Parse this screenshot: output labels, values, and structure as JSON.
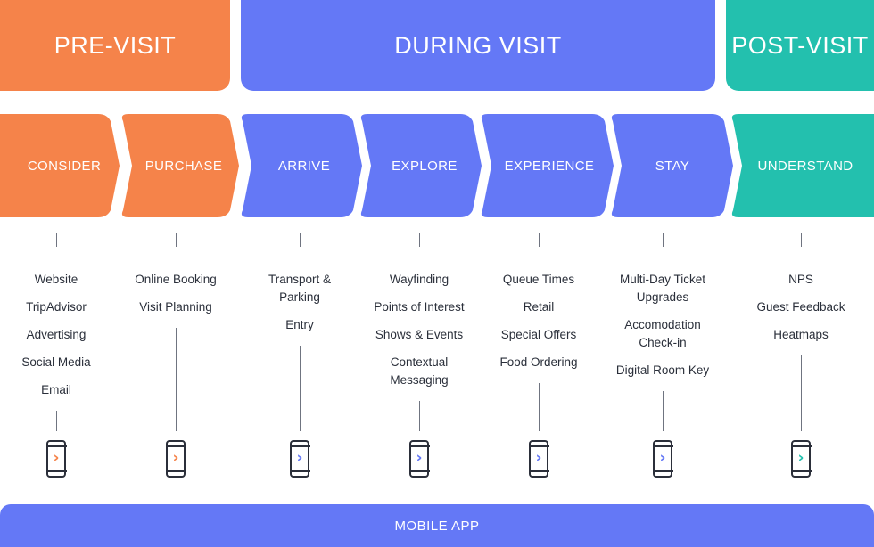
{
  "colors": {
    "orange": "#f5834a",
    "blue": "#6478f6",
    "teal": "#23c0ae",
    "text": "#2a2f3a",
    "line": "#6f7480"
  },
  "phases": [
    {
      "label": "PRE-VISIT",
      "color": "orange"
    },
    {
      "label": "DURING VISIT",
      "color": "blue"
    },
    {
      "label": "POST-VISIT",
      "color": "teal"
    }
  ],
  "steps": [
    {
      "label": "CONSIDER",
      "color": "orange",
      "items": [
        "Website",
        "TripAdvisor",
        "Advertising",
        "Social Media",
        "Email"
      ],
      "icon": "mobile-phone-icon"
    },
    {
      "label": "PURCHASE",
      "color": "orange",
      "items": [
        "Online Booking",
        "Visit Planning"
      ],
      "icon": "mobile-phone-icon"
    },
    {
      "label": "ARRIVE",
      "color": "blue",
      "items": [
        "Transport &\nParking",
        "Entry"
      ],
      "icon": "mobile-phone-icon"
    },
    {
      "label": "EXPLORE",
      "color": "blue",
      "items": [
        "Wayfinding",
        "Points of Interest",
        "Shows & Events",
        "Contextual\nMessaging"
      ],
      "icon": "mobile-phone-icon"
    },
    {
      "label": "EXPERIENCE",
      "color": "blue",
      "items": [
        "Queue Times",
        "Retail",
        "Special Offers",
        "Food Ordering"
      ],
      "icon": "mobile-phone-icon"
    },
    {
      "label": "STAY",
      "color": "blue",
      "items": [
        "Multi-Day Ticket\nUpgrades",
        "Accomodation\nCheck-in",
        "Digital Room Key"
      ],
      "icon": "mobile-phone-icon"
    },
    {
      "label": "UNDERSTAND",
      "color": "teal",
      "items": [
        "NPS",
        "Guest Feedback",
        "Heatmaps"
      ],
      "icon": "mobile-phone-icon"
    }
  ],
  "footer": {
    "label": "MOBILE APP"
  }
}
